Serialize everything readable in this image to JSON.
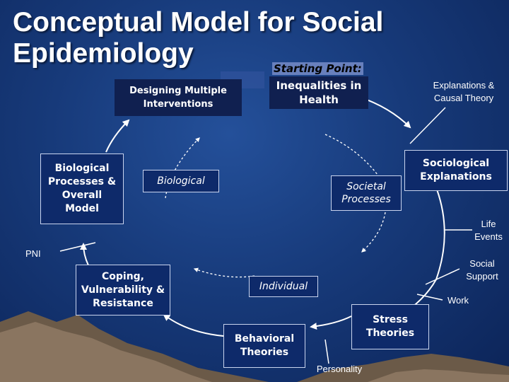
{
  "title": "Conceptual Model for Social Epidemiology",
  "starting_point": "Starting Point:",
  "nodes": {
    "inequalities": "Inequalities in Health",
    "designing": "Designing Multiple Interventions",
    "biological_processes": "Biological Processes & Overall Model",
    "coping": "Coping, Vulnerability & Resistance",
    "behavioral": "Behavioral Theories",
    "stress": "Stress Theories",
    "sociological": "Sociological Explanations"
  },
  "labels": {
    "explanations": "Explanations & Causal Theory",
    "biological": "Biological",
    "societal": "Societal Processes",
    "individual": "Individual",
    "pni": "PNI",
    "life_events": "Life Events",
    "social_support": "Social Support",
    "work": "Work",
    "personality": "Personality"
  },
  "colors": {
    "background": "#173a7a",
    "box_fill": "#0e2a6a",
    "arrow": "#ffffff",
    "starting_point_bg": "#5a78b8"
  }
}
